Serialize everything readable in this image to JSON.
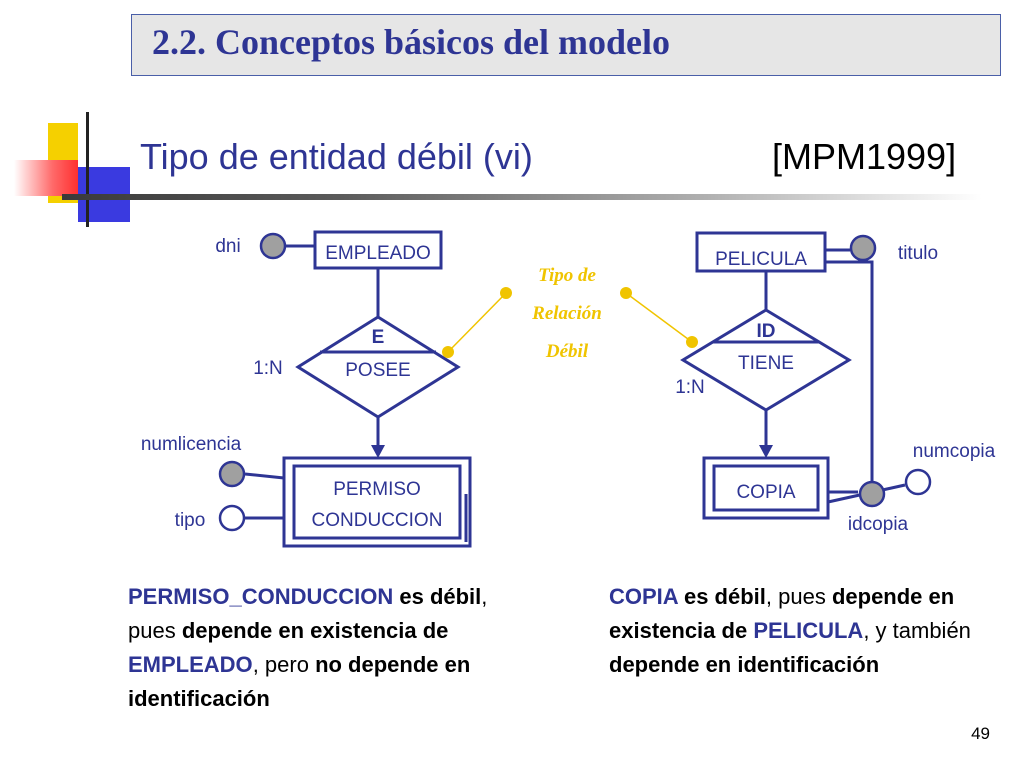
{
  "slide": {
    "title": "2.2. Conceptos básicos del modelo",
    "subtitle": "Tipo de entidad débil (vi)",
    "reference": "[MPM1999]",
    "page_number": "49"
  },
  "colors": {
    "primary_blue": "#2e3594",
    "accent_yellow": "#f0c400",
    "attribute_gray": "#a0a0a0"
  },
  "diagram": {
    "left": {
      "entity": "EMPLEADO",
      "relationship_tag": "E",
      "relationship": "POSEE",
      "cardinality": "1:N",
      "weak_entity_line1": "PERMISO",
      "weak_entity_line2": "CONDUCCION",
      "attributes": [
        "dni",
        "numlicencia",
        "tipo"
      ]
    },
    "right": {
      "entity": "PELICULA",
      "relationship_tag": "ID",
      "relationship": "TIENE",
      "cardinality": "1:N",
      "weak_entity": "COPIA",
      "attributes": [
        "titulo",
        "numcopia",
        "idcopia"
      ]
    },
    "annotation": [
      "Tipo de",
      "Relación",
      "Débil"
    ]
  },
  "descriptions": {
    "left": {
      "entity": "PERMISO_CONDUCCION",
      "t1": " es débil",
      "t2": ", pues ",
      "t3": "depende en existencia de ",
      "owner": "EMPLEADO",
      "t4": ", pero ",
      "t5": "no depende en identificación"
    },
    "right": {
      "entity": "COPIA",
      "t1": " es débil",
      "t2": ", pues ",
      "t3": "depende en existencia de ",
      "owner": "PELICULA",
      "t4": ", y también ",
      "t5": "depende en identificación"
    }
  }
}
